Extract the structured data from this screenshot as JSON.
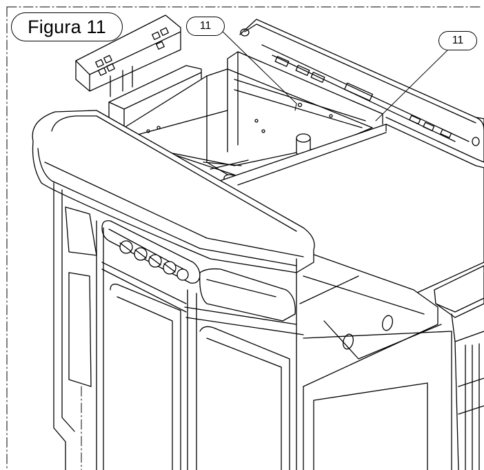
{
  "figure": {
    "label": "Figura 11"
  },
  "callouts": [
    {
      "label": "11"
    },
    {
      "label": "11"
    }
  ]
}
